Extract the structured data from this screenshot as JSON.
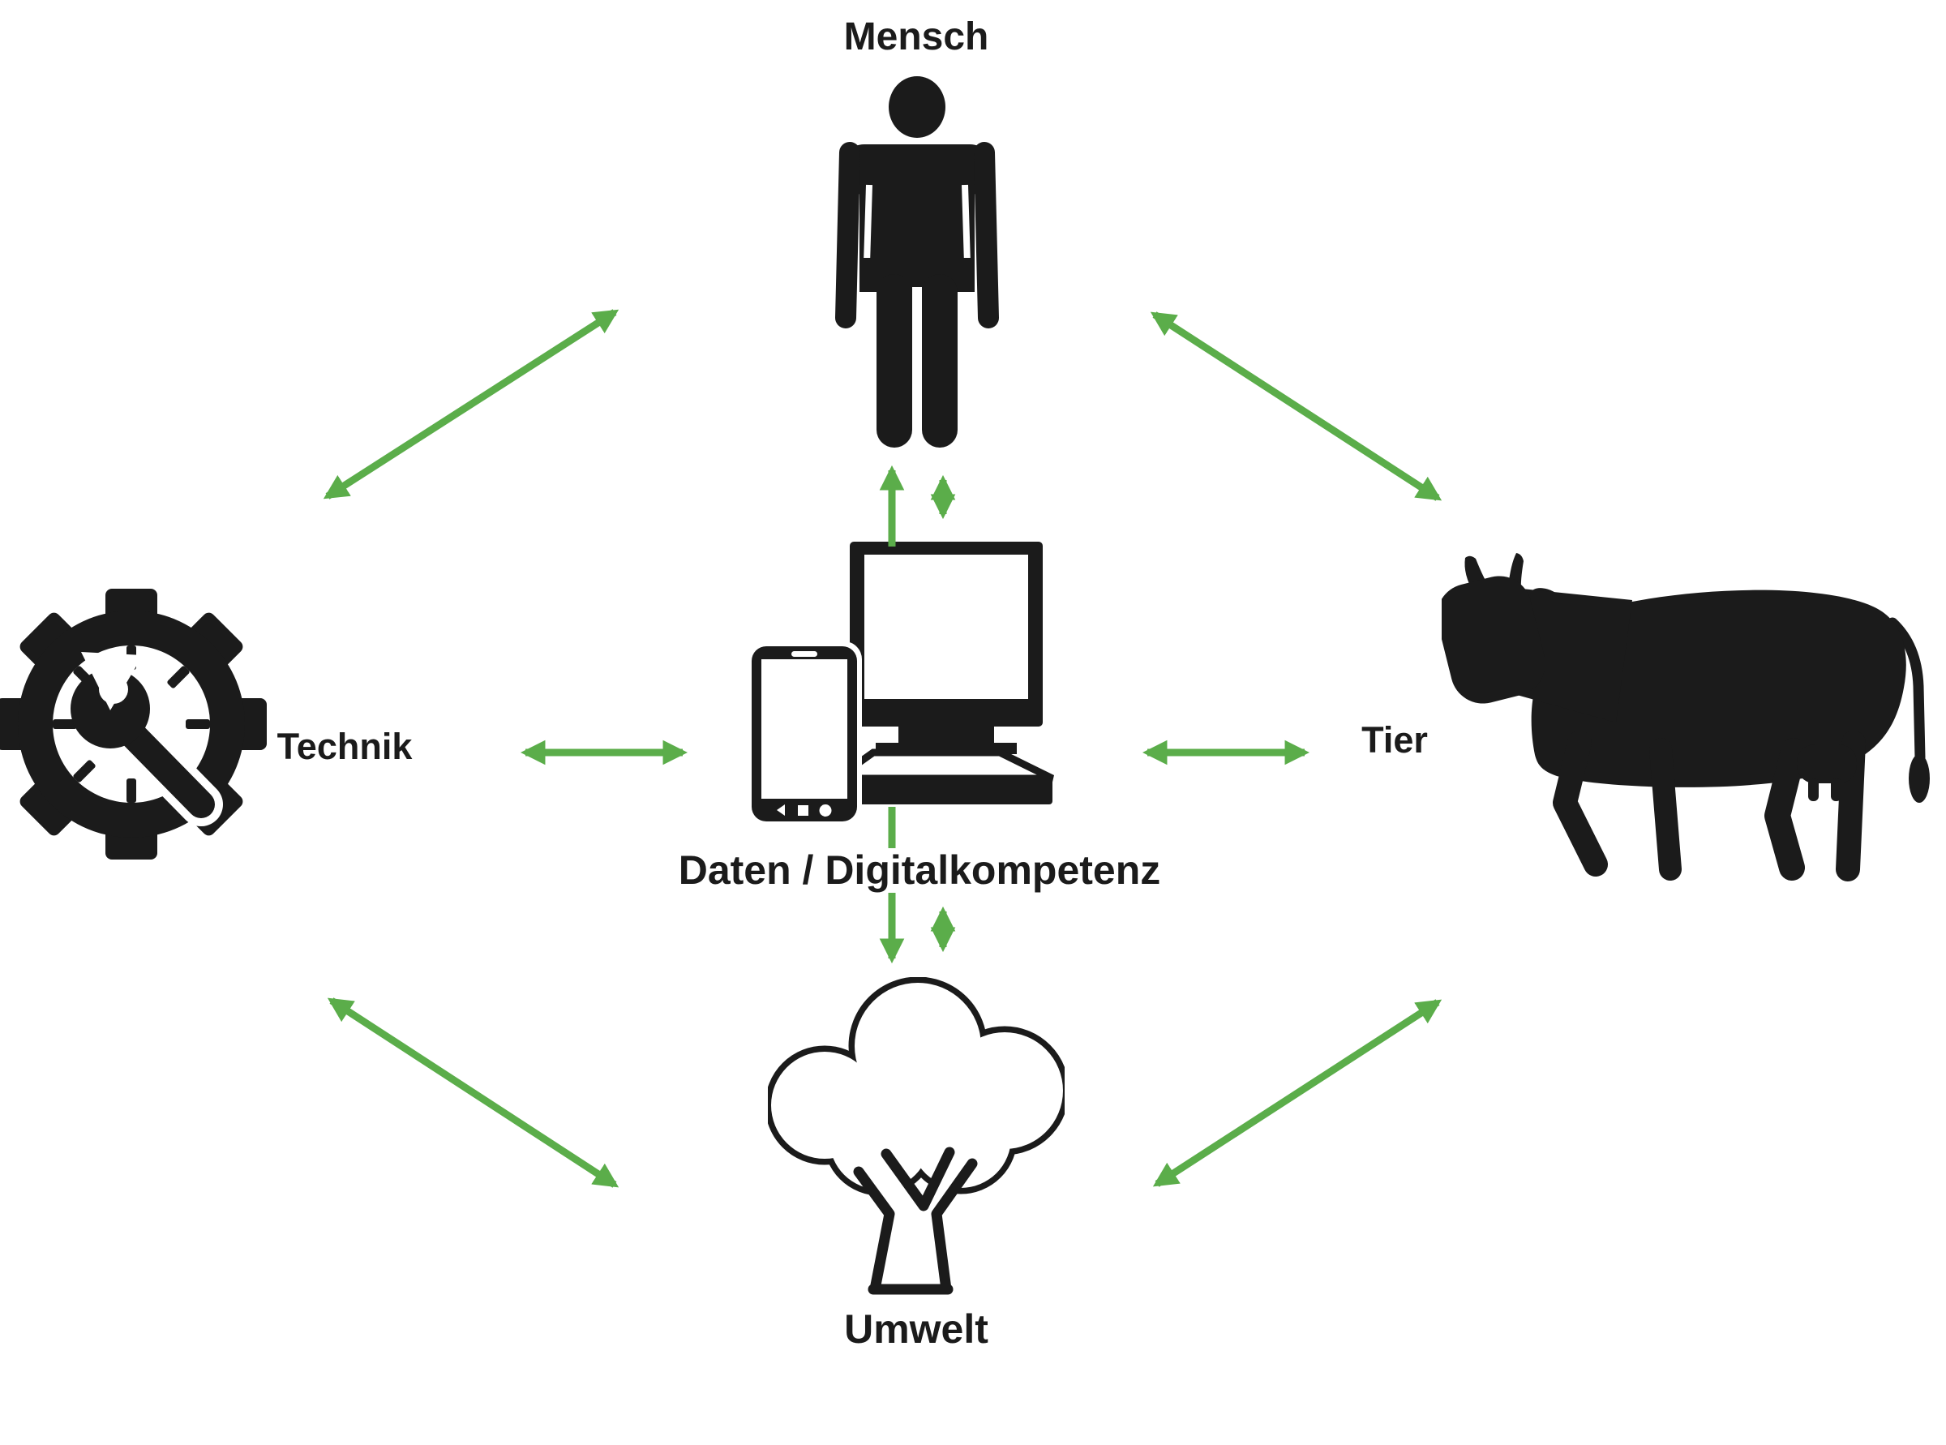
{
  "nodes": {
    "mensch": {
      "label": "Mensch",
      "icon": "person-icon",
      "position": "top"
    },
    "technik": {
      "label": "Technik",
      "icon": "gear-wrench-icon",
      "position": "left"
    },
    "tier": {
      "label": "Tier",
      "icon": "cow-icon",
      "position": "right"
    },
    "umwelt": {
      "label": "Umwelt",
      "icon": "tree-icon",
      "position": "bottom"
    },
    "daten": {
      "label": "Daten / Digitalkompetenz",
      "icon": "computer-smartphone-icon",
      "position": "center"
    }
  },
  "connections": [
    {
      "from": "technik",
      "to": "mensch",
      "type": "bidirectional",
      "style": "diagonal"
    },
    {
      "from": "mensch",
      "to": "tier",
      "type": "bidirectional",
      "style": "diagonal"
    },
    {
      "from": "technik",
      "to": "umwelt",
      "type": "bidirectional",
      "style": "diagonal"
    },
    {
      "from": "umwelt",
      "to": "tier",
      "type": "bidirectional",
      "style": "diagonal"
    },
    {
      "from": "technik",
      "to": "daten",
      "type": "bidirectional",
      "style": "horizontal"
    },
    {
      "from": "daten",
      "to": "tier",
      "type": "bidirectional",
      "style": "horizontal"
    },
    {
      "from": "daten",
      "to": "mensch",
      "type": "unidirectional-up",
      "style": "vertical"
    },
    {
      "from": "daten",
      "to": "mensch",
      "type": "bidirectional",
      "style": "vertical"
    },
    {
      "from": "daten",
      "to": "umwelt",
      "type": "unidirectional-down",
      "style": "vertical"
    },
    {
      "from": "daten",
      "to": "umwelt",
      "type": "bidirectional",
      "style": "vertical"
    }
  ],
  "colors": {
    "arrow": "#5BAD4A",
    "icon": "#1b1b1b",
    "background": "#ffffff"
  }
}
